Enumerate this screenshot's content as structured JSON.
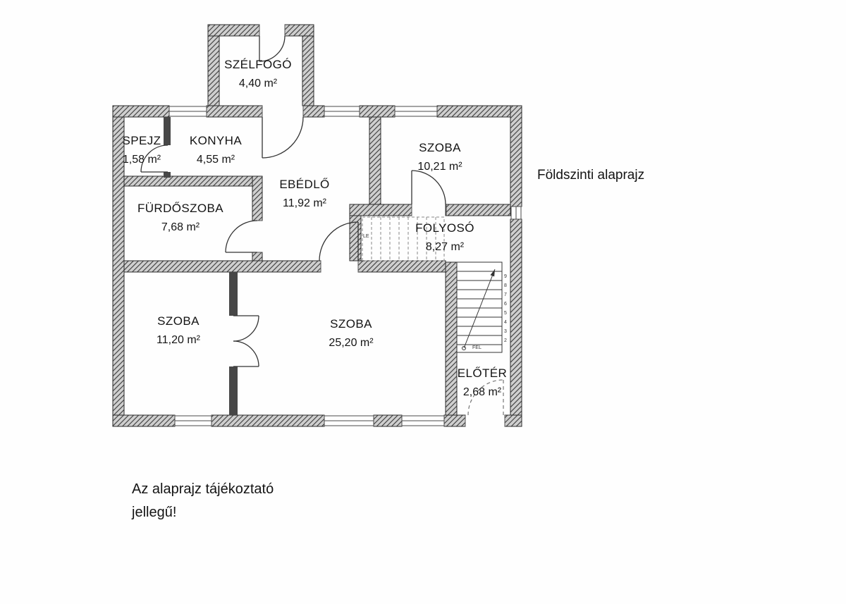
{
  "title": "Földszinti alaprajz",
  "note": {
    "line1": "Az alaprajz tájékoztató",
    "line2": "jellegű!"
  },
  "rooms": [
    {
      "id": "szelfogo",
      "name": "SZÉLFOGÓ",
      "area": "4,40 m²"
    },
    {
      "id": "spejz",
      "name": "SPEJZ",
      "area": "1,58 m²"
    },
    {
      "id": "konyha",
      "name": "KONYHA",
      "area": "4,55 m²"
    },
    {
      "id": "ebedlo",
      "name": "EBÉDLŐ",
      "area": "11,92 m²"
    },
    {
      "id": "szoba-felso",
      "name": "SZOBA",
      "area": "10,21 m²"
    },
    {
      "id": "furdoszoba",
      "name": "FÜRDŐSZOBA",
      "area": "7,68 m²"
    },
    {
      "id": "folyoso",
      "name": "FOLYOSÓ",
      "area": "8,27 m²"
    },
    {
      "id": "szoba-bal",
      "name": "SZOBA",
      "area": "11,20 m²"
    },
    {
      "id": "szoba-nagy",
      "name": "SZOBA",
      "area": "25,20 m²"
    },
    {
      "id": "eloter",
      "name": "ELŐTÉR",
      "area": "2,68 m²"
    }
  ],
  "stairs": {
    "up_label": "FEL",
    "down_label": "LE",
    "tread_numbers": [
      "2",
      "3",
      "4",
      "5",
      "6",
      "7",
      "8",
      "9"
    ]
  }
}
